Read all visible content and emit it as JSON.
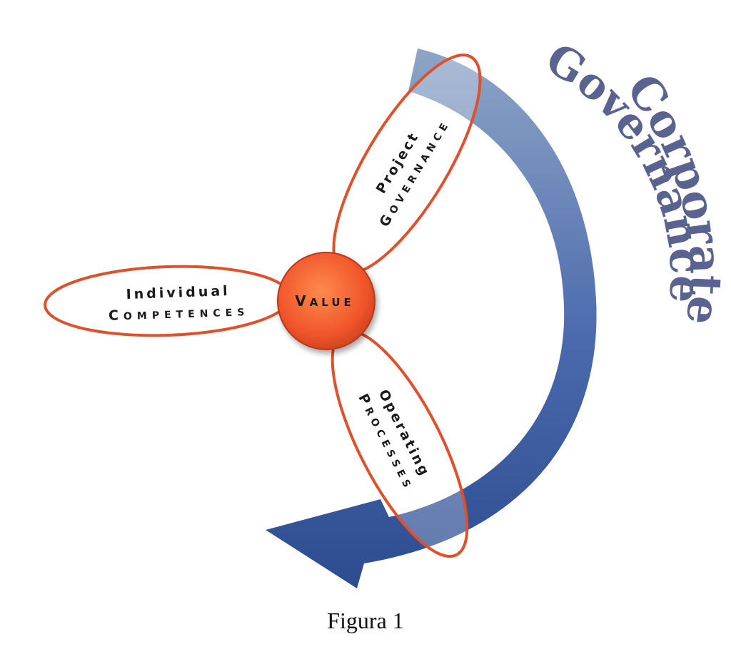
{
  "hub": {
    "label_first": "V",
    "label_rest": "ALUE"
  },
  "petals": {
    "project": {
      "line1": "Project",
      "line2_first": "G",
      "line2_rest": "OVERNANCE"
    },
    "individual": {
      "line1": "Individual",
      "line2_first": "C",
      "line2_rest": "OMPETENCES"
    },
    "operating": {
      "line1": "Operating",
      "line2_first": "P",
      "line2_rest": "ROCESSES"
    }
  },
  "arrow": {
    "word1": "Corporate",
    "word2": "Governance"
  },
  "caption": "Figura 1",
  "colors": {
    "petal_stroke": "#e0502a",
    "hub_fill": "#f26a2e",
    "arrow_light": "#8ea5c6",
    "arrow_dark": "#2c4c8f",
    "arrow_text": "#5a6390"
  }
}
